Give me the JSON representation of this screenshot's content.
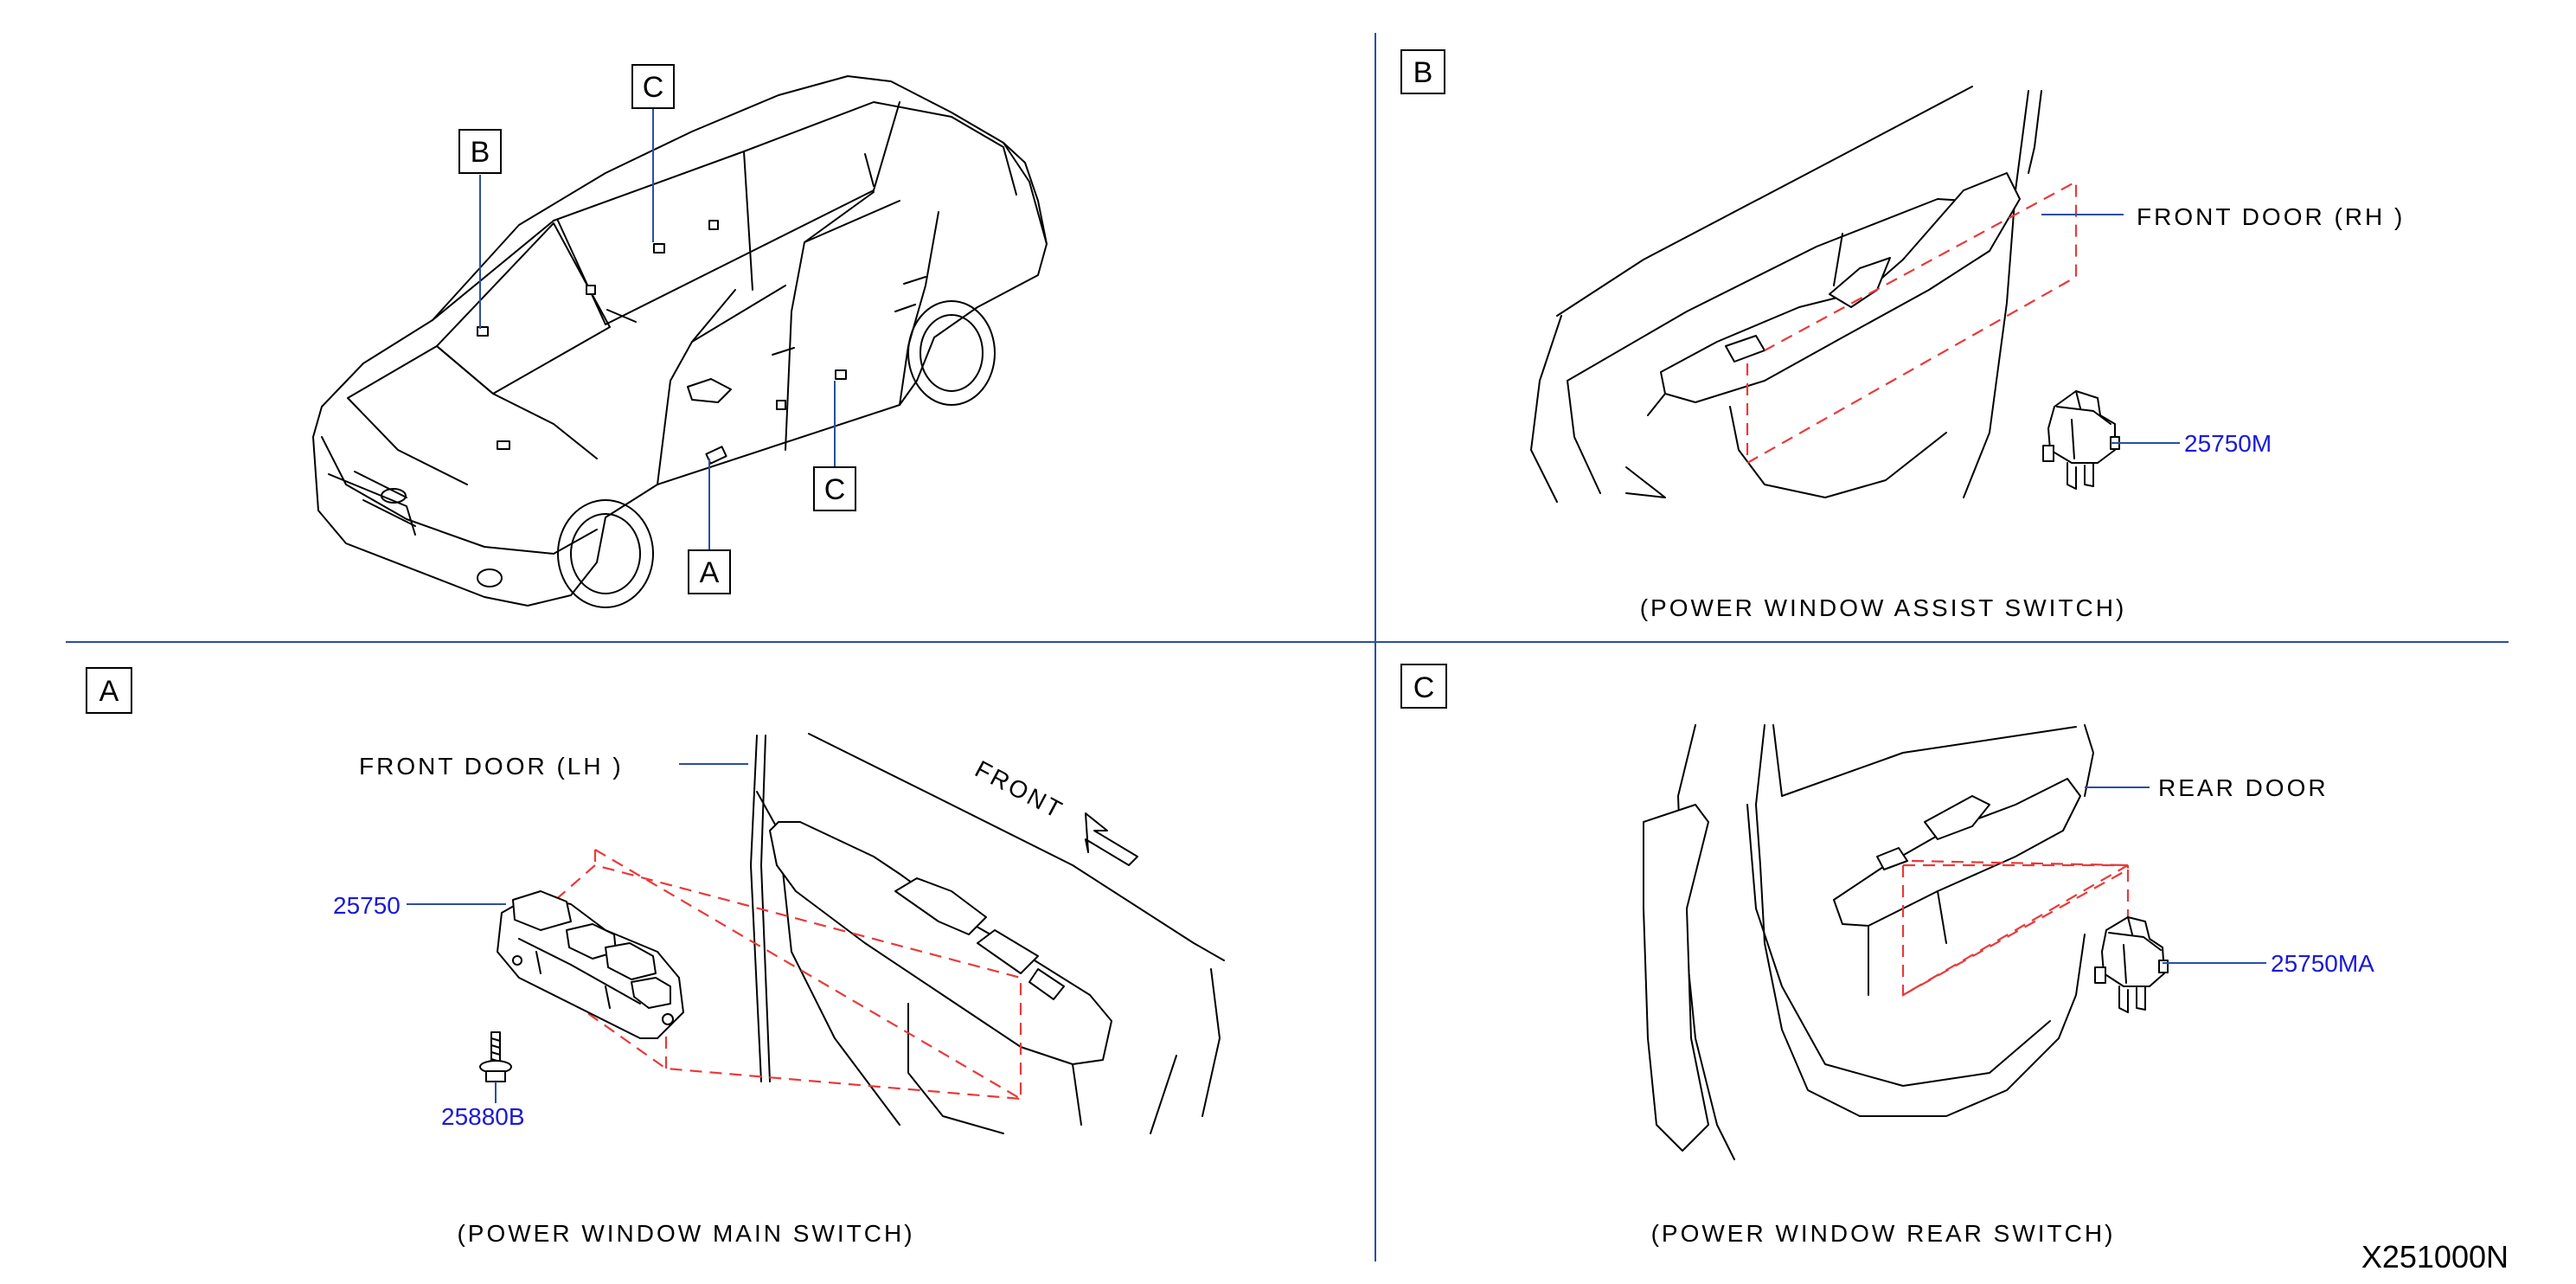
{
  "diagram_code": "X251000N",
  "callouts": {
    "a": "A",
    "b": "B",
    "c": "C"
  },
  "panel_b": {
    "location": "FRONT DOOR (RH )",
    "part": "25750M",
    "caption": "(POWER WINDOW ASSIST SWITCH)"
  },
  "panel_a": {
    "location": "FRONT DOOR (LH )",
    "direction": "FRONT",
    "part_switch": "25750",
    "part_screw": "25880B",
    "caption": "(POWER WINDOW MAIN SWITCH)"
  },
  "panel_c": {
    "location": "REAR DOOR",
    "part": "25750MA",
    "caption": "(POWER WINDOW REAR SWITCH)"
  },
  "colors": {
    "part_number": "#1a1ad6",
    "leader": "#2b4fa0",
    "mounting_dash": "#e83a3a",
    "line_art": "#000000"
  }
}
